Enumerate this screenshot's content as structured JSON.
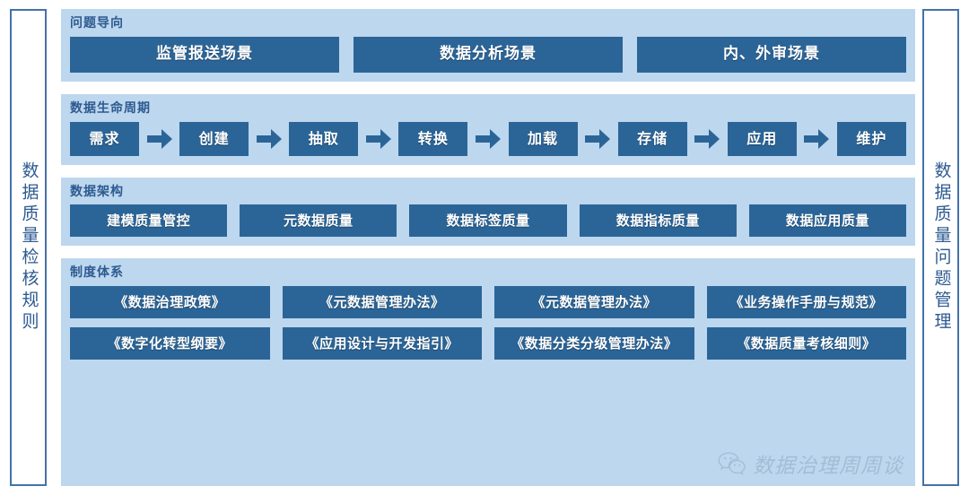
{
  "rails": {
    "left": {
      "label": "数据质量检核规则"
    },
    "right": {
      "label": "数据质量问题管理"
    }
  },
  "colors": {
    "chip_blue": "#2b6598",
    "panel_blue": "#bdd7ee",
    "rail_border": "#4472a8",
    "title_text": "#2d5a90",
    "watermark": "#8fa8c4"
  },
  "sections": [
    {
      "title": "问题导向",
      "items": [
        "监管报送场景",
        "数据分析场景",
        "内、外审场景"
      ]
    },
    {
      "title": "数据生命周期",
      "items": [
        "需求",
        "创建",
        "抽取",
        "转换",
        "加载",
        "存储",
        "应用",
        "维护"
      ]
    },
    {
      "title": "数据架构",
      "items": [
        "建模质量管控",
        "元数据质量",
        "数据标签质量",
        "数据指标质量",
        "数据应用质量"
      ]
    },
    {
      "title": "制度体系",
      "rows": [
        [
          "《数据治理政策》",
          "《元数据管理办法》",
          "《元数据管理办法》",
          "《业务操作手册与规范》"
        ],
        [
          "《数字化转型纲要》",
          "《应用设计与开发指引》",
          "《数据分类分级管理办法》",
          "《数据质量考核细则》"
        ]
      ]
    }
  ],
  "watermark": {
    "icon": "wechat-icon",
    "text": "数据治理周周谈"
  }
}
